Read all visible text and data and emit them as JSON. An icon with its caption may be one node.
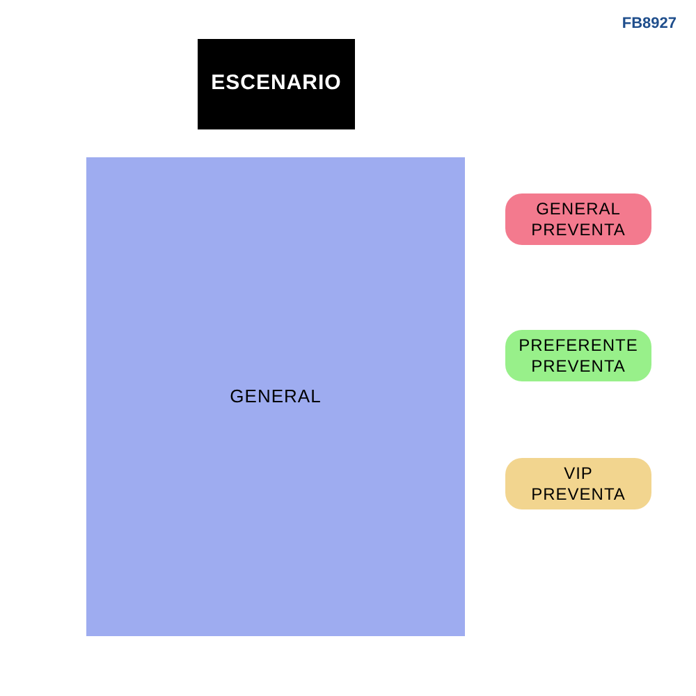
{
  "diagram": {
    "nodes": [
      {
        "text": [
          "ESCENARIO"
        ]
      },
      {
        "text": [
          "GENERAL"
        ]
      },
      {
        "text": [
          "GENERAL PREVENTA"
        ]
      },
      {
        "text": [
          "PREFERENTE PREVENTA"
        ]
      },
      {
        "text": [
          "VIP PREVENTA"
        ]
      }
    ],
    "labels": [
      "FB8927"
    ]
  }
}
